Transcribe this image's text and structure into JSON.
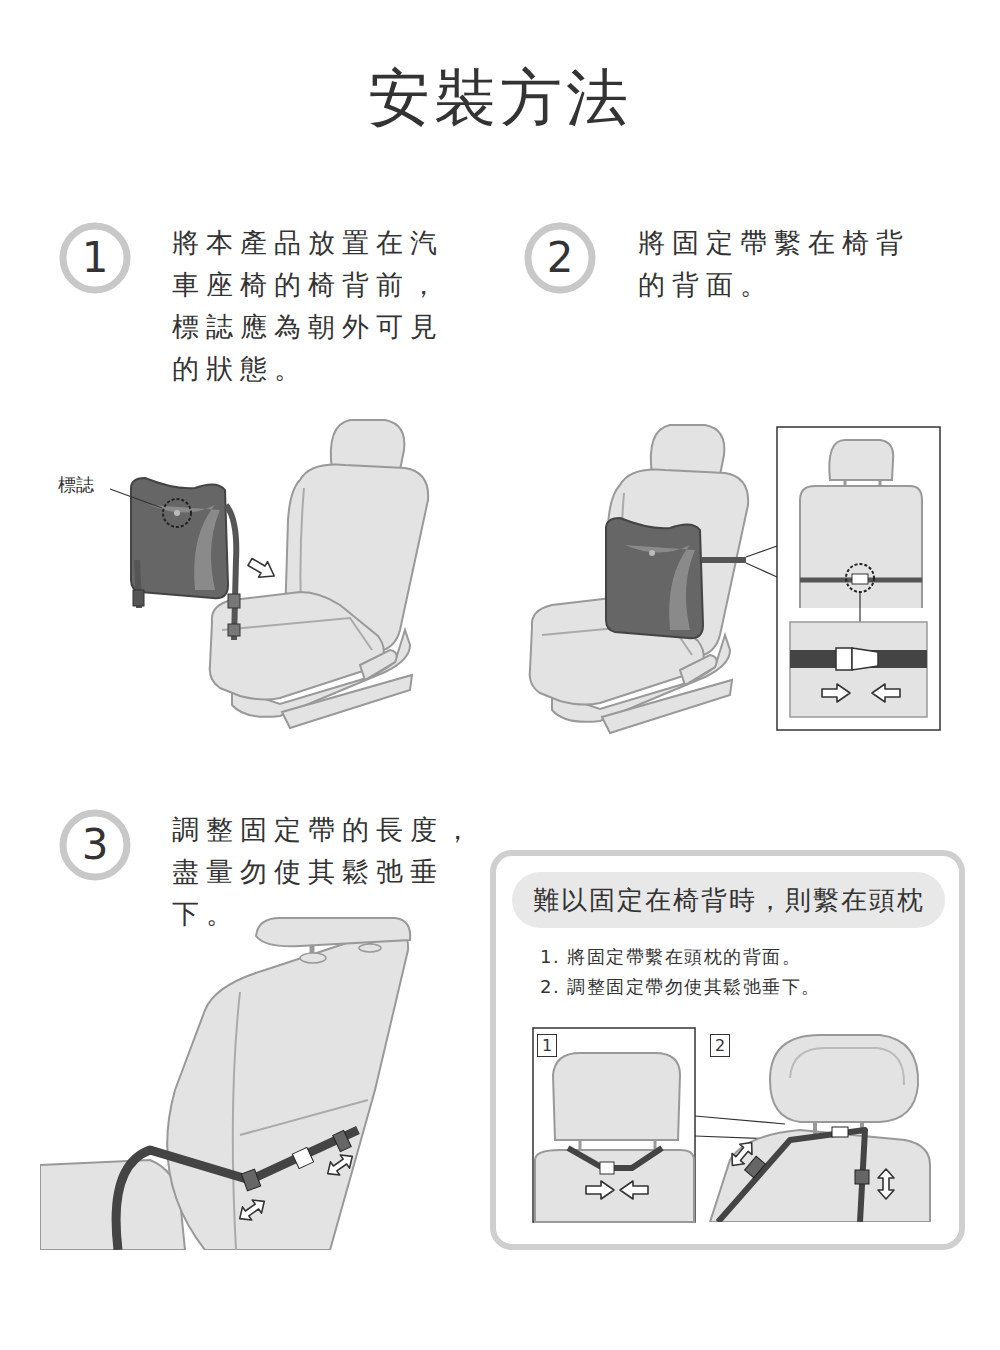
{
  "diagram": {
    "title": "安裝方法",
    "nodes": [
      {
        "text": [
          "1",
          "將本產品放置在汽車座椅的椅背前，標誌應為朝外可見的狀態。"
        ]
      },
      {
        "text": [
          "2",
          "將固定帶繫在椅背的背面。"
        ]
      },
      {
        "text": [
          "3",
          "調整固定帶的長度，盡量勿使其鬆弛垂下。"
        ]
      },
      {
        "text": [
          "1. 將固定帶繫在頭枕的背面。",
          "2. 調整固定帶勿使其鬆弛垂下。"
        ]
      },
      {
        "text": [
          "難以固定在椅背時，則繫在頭枕"
        ],
        "in": 3
      },
      {
        "text": [
          "1"
        ],
        "in": 3
      },
      {
        "text": [
          "2"
        ],
        "in": 3
      }
    ],
    "labels": [
      "標誌"
    ]
  }
}
